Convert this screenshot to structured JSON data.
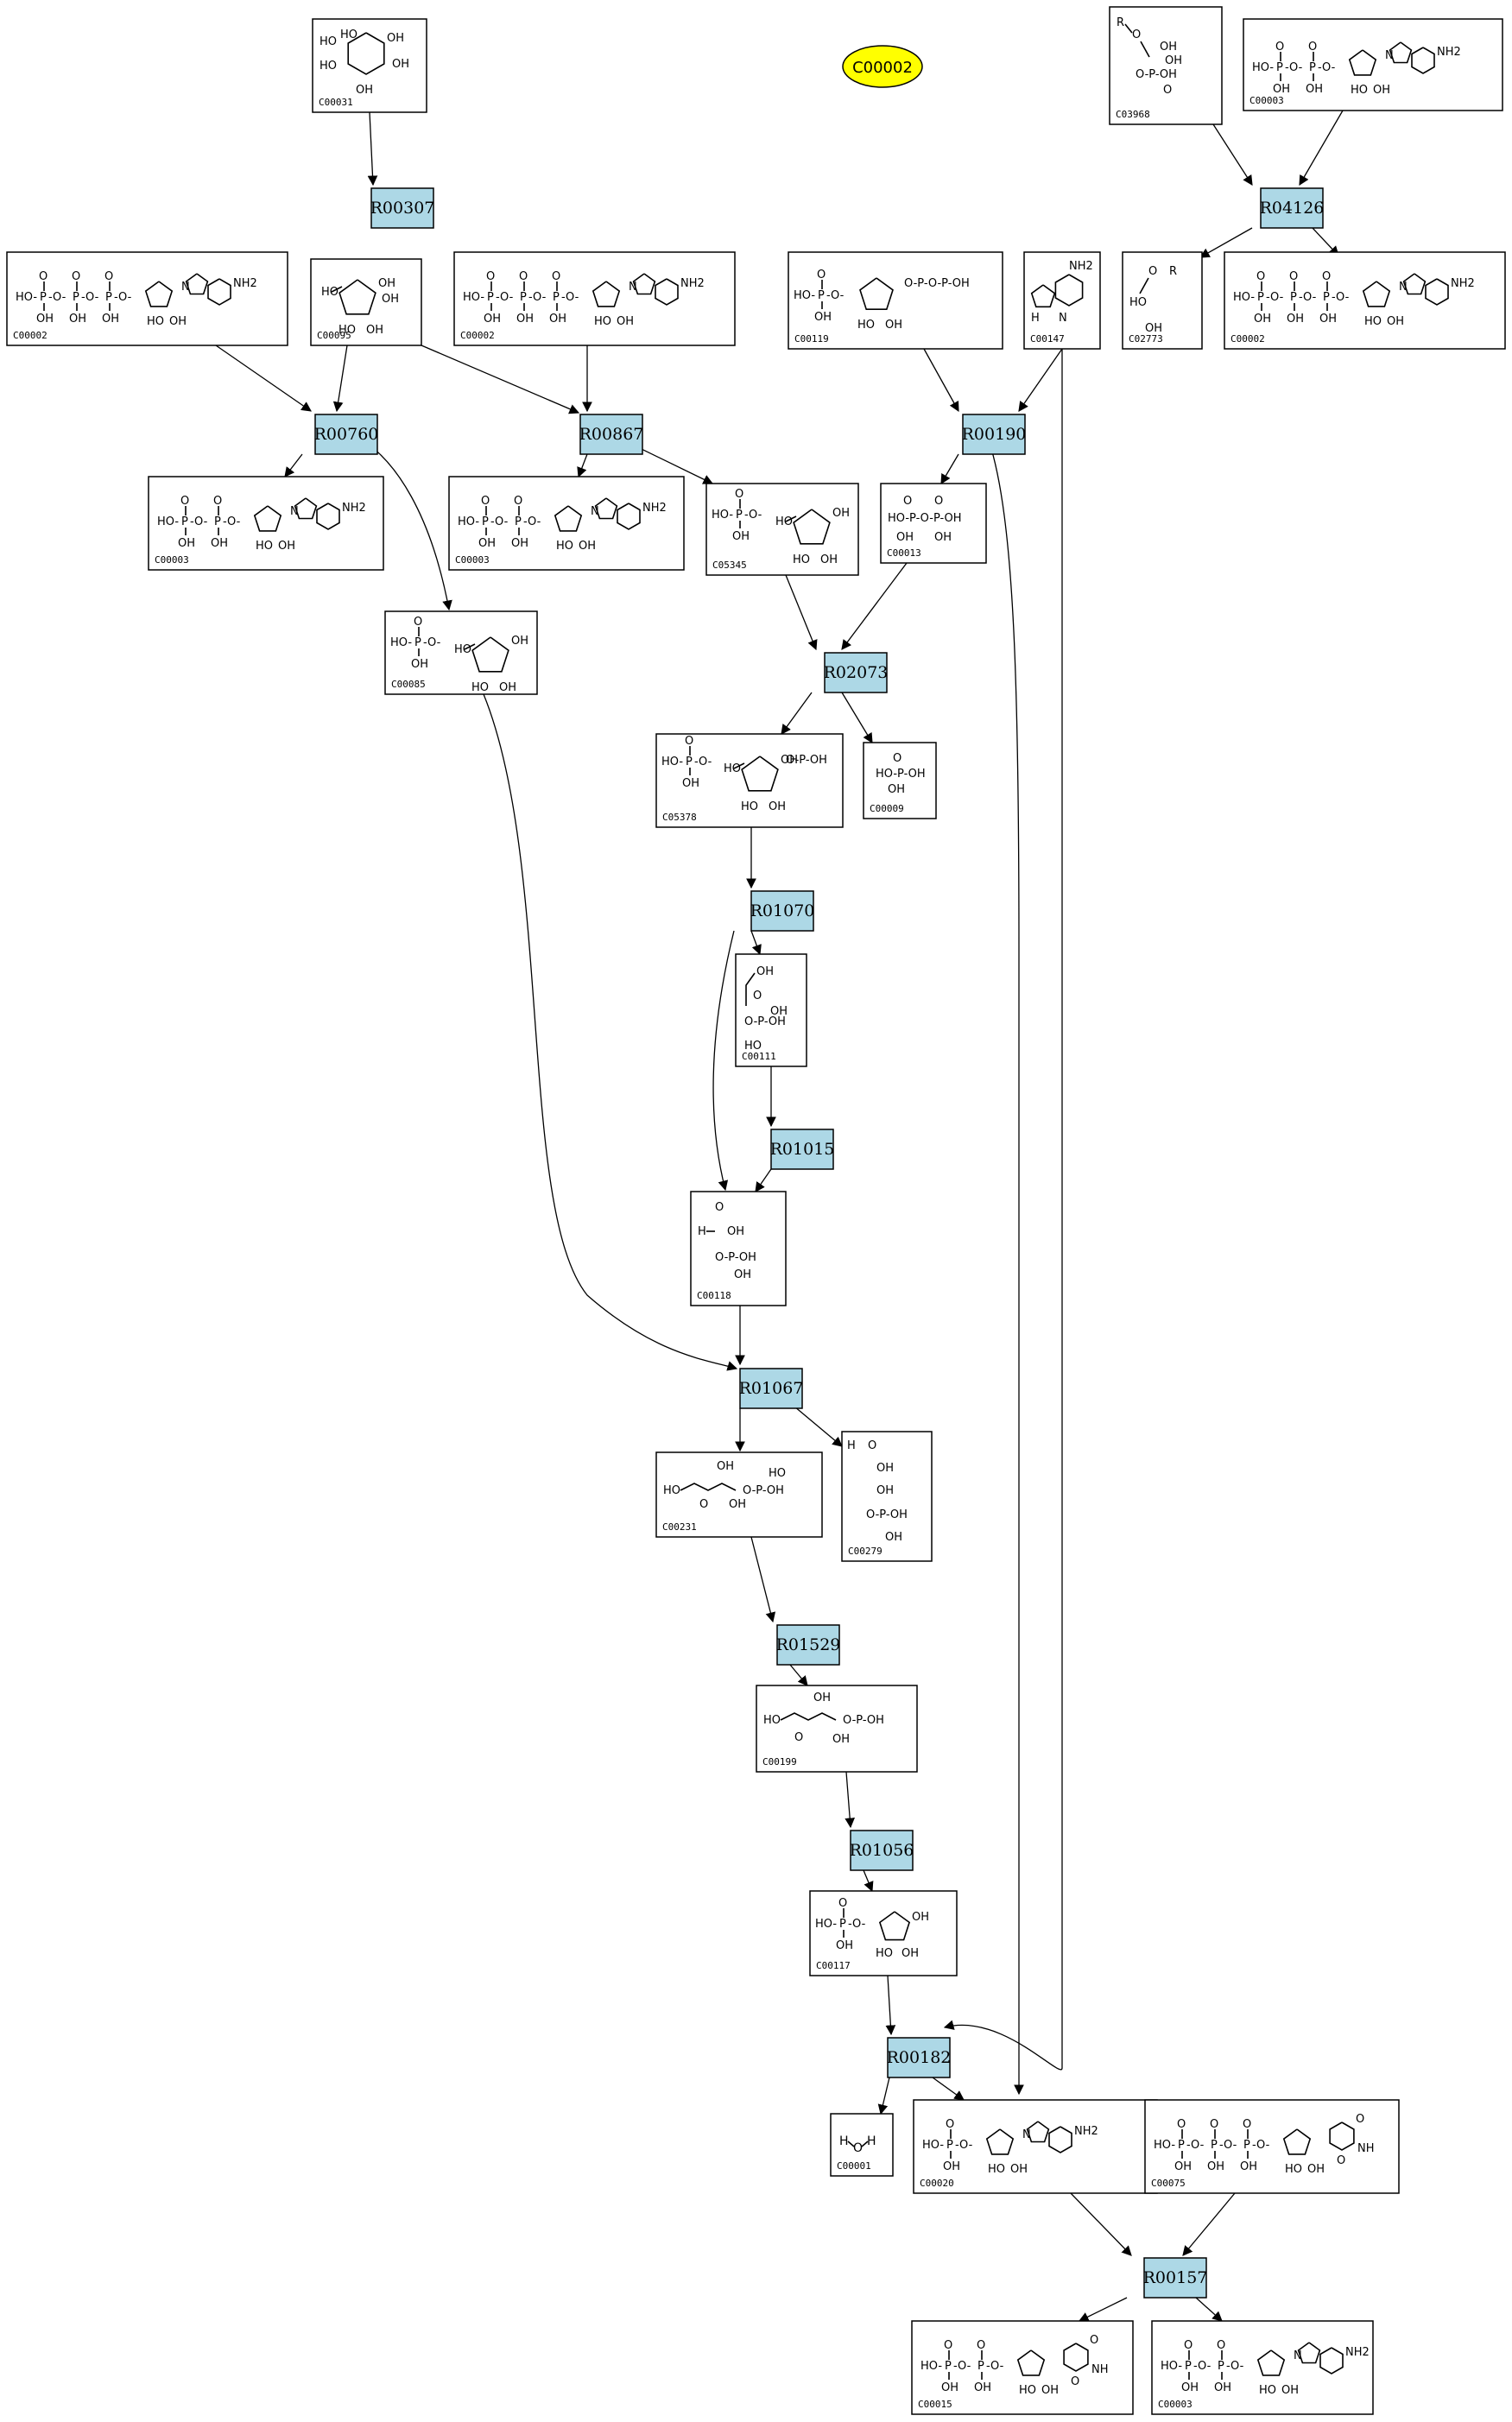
{
  "diagram": {
    "title": "C00002",
    "title_color": "#ffff00",
    "reaction_color": "#add8e6",
    "reactions": [
      "R00307",
      "R04126",
      "R00760",
      "R00867",
      "R00190",
      "R02073",
      "R01070",
      "R01015",
      "R01067",
      "R01529",
      "R01056",
      "R00182",
      "R00157"
    ],
    "compounds": [
      "C00031",
      "C03968",
      "C00003",
      "C00002",
      "C02773",
      "C00095",
      "C00119",
      "C00147",
      "C05345",
      "C00013",
      "C00085",
      "C05378",
      "C00009",
      "C00111",
      "C00118",
      "C00231",
      "C00279",
      "C00199",
      "C00117",
      "C00001",
      "C00020",
      "C00075",
      "C00015"
    ],
    "atom_labels": {
      "oh": "OH",
      "ho": "HO",
      "nh2": "NH2",
      "h": "H",
      "o": "O",
      "p": "P",
      "r": "R",
      "n": "N",
      "nh": "NH"
    }
  }
}
